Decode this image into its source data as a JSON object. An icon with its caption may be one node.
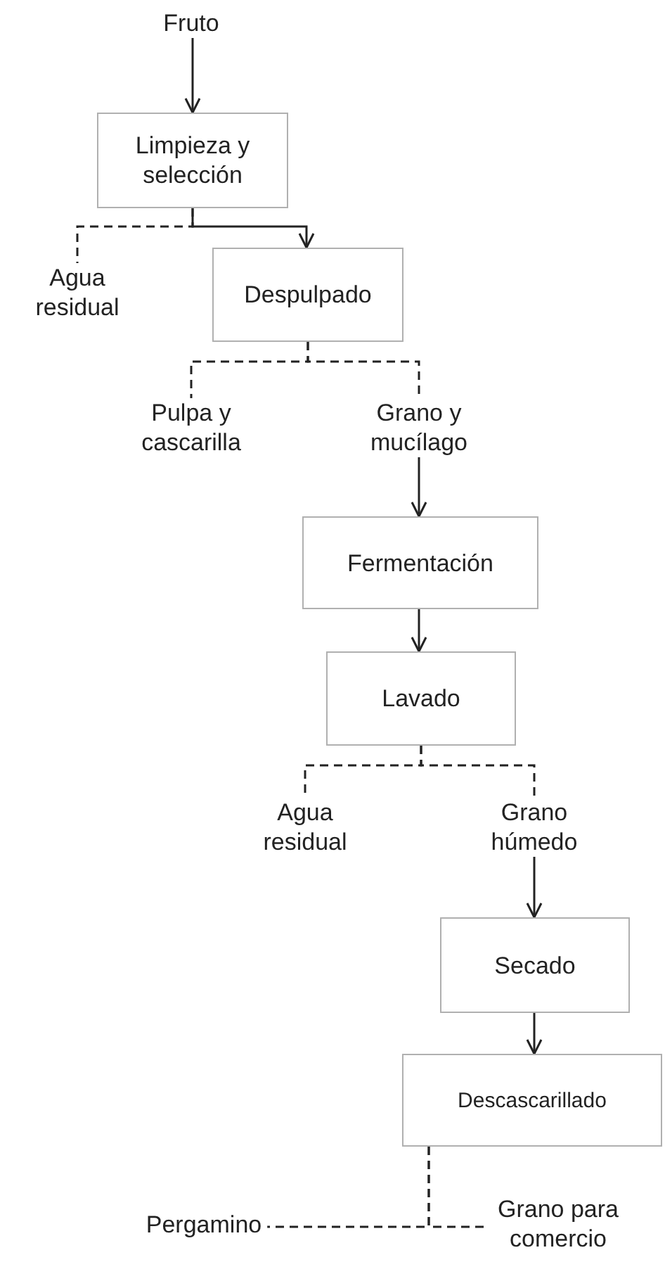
{
  "diagram": {
    "nodes": [
      {
        "text": [
          "Fruto"
        ]
      },
      {
        "text": [
          "Limpieza y selección"
        ]
      },
      {
        "text": [
          "Agua residual"
        ]
      },
      {
        "text": [
          "Despulpado"
        ]
      },
      {
        "text": [
          "Pulpa y cascarilla"
        ]
      },
      {
        "text": [
          "Grano y mucílago"
        ]
      },
      {
        "text": [
          "Fermentación"
        ]
      },
      {
        "text": [
          "Lavado"
        ]
      },
      {
        "text": [
          "Agua residual"
        ]
      },
      {
        "text": [
          "Grano húmedo"
        ]
      },
      {
        "text": [
          "Secado"
        ]
      },
      {
        "text": [
          "Descascarillado"
        ]
      },
      {
        "text": [
          "Pergamino"
        ]
      },
      {
        "text": [
          "Grano para comercio"
        ]
      }
    ],
    "edges": [
      {
        "from": 0,
        "to": 1,
        "arrow": "to"
      },
      {
        "from": 1,
        "to": 2,
        "arrow": "none",
        "style": "dashed"
      },
      {
        "from": 1,
        "to": 3,
        "arrow": "to"
      },
      {
        "from": 3,
        "to": 4,
        "arrow": "none",
        "style": "dashed"
      },
      {
        "from": 3,
        "to": 5,
        "arrow": "none",
        "style": "dashed"
      },
      {
        "from": 5,
        "to": 6,
        "arrow": "to"
      },
      {
        "from": 6,
        "to": 7,
        "arrow": "to"
      },
      {
        "from": 7,
        "to": 8,
        "arrow": "none",
        "style": "dashed"
      },
      {
        "from": 7,
        "to": 9,
        "arrow": "none",
        "style": "dashed"
      },
      {
        "from": 9,
        "to": 10,
        "arrow": "to"
      },
      {
        "from": 10,
        "to": 11,
        "arrow": "to"
      },
      {
        "from": 11,
        "to": 12,
        "arrow": "none",
        "style": "dashed"
      },
      {
        "from": 11,
        "to": 13,
        "arrow": "none",
        "style": "dashed"
      }
    ]
  }
}
